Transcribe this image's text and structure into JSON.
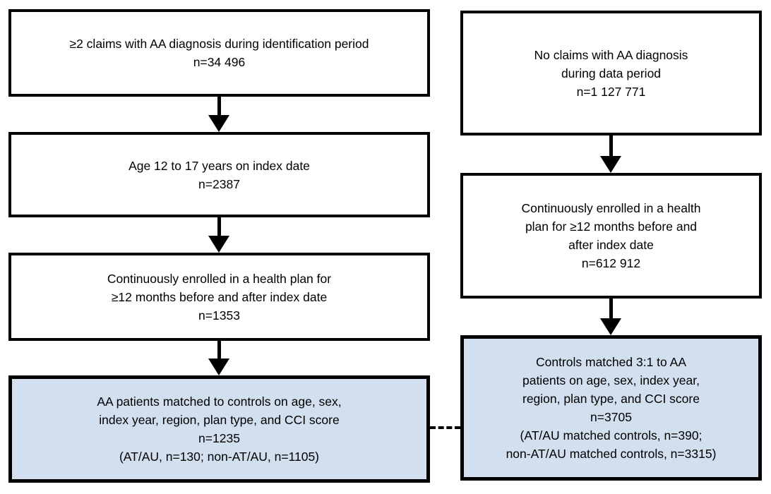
{
  "styles": {
    "background": "#ffffff",
    "border_color": "#000000",
    "text_color": "#000000",
    "highlight_fill": "#d2dfee"
  },
  "icons": {
    "down_arrow": "solid-black-down-arrow",
    "match_connector": "horizontal-dashed-line"
  },
  "left_column": {
    "boxes": [
      {
        "id": "aa-claims-identification",
        "text": "≥2 claims with AA diagnosis during identification period\nn=34 496",
        "n": "34 496",
        "highlighted": false
      },
      {
        "id": "age-12-17",
        "text": "Age 12 to 17 years on index date\nn=2387",
        "n": "2387",
        "highlighted": false
      },
      {
        "id": "continuous-enrollment-patients",
        "text": "Continuously enrolled in a health plan for\n≥12 months before and after index date\nn=1353",
        "n": "1353",
        "highlighted": false
      },
      {
        "id": "matched-aa-patients",
        "text": "AA patients matched to controls on age, sex,\nindex year, region, plan type, and CCI score\nn=1235\n(AT/AU, n=130; non-AT/AU, n=1105)",
        "n": "1235",
        "highlighted": true
      }
    ]
  },
  "right_column": {
    "boxes": [
      {
        "id": "no-aa-claims",
        "text": "No claims with AA diagnosis\nduring data period\nn=1 127 771",
        "n": "1 127 771",
        "highlighted": false
      },
      {
        "id": "continuous-enrollment-controls",
        "text": "Continuously enrolled in a health\nplan for ≥12 months before and\nafter index date\nn=612 912",
        "n": "612 912",
        "highlighted": false
      },
      {
        "id": "matched-controls",
        "text": "Controls matched 3:1 to AA\npatients on age, sex, index year,\nregion, plan type, and CCI score\nn=3705\n(AT/AU matched controls, n=390;\nnon-AT/AU matched controls, n=3315)",
        "n": "3705",
        "highlighted": true
      }
    ]
  }
}
